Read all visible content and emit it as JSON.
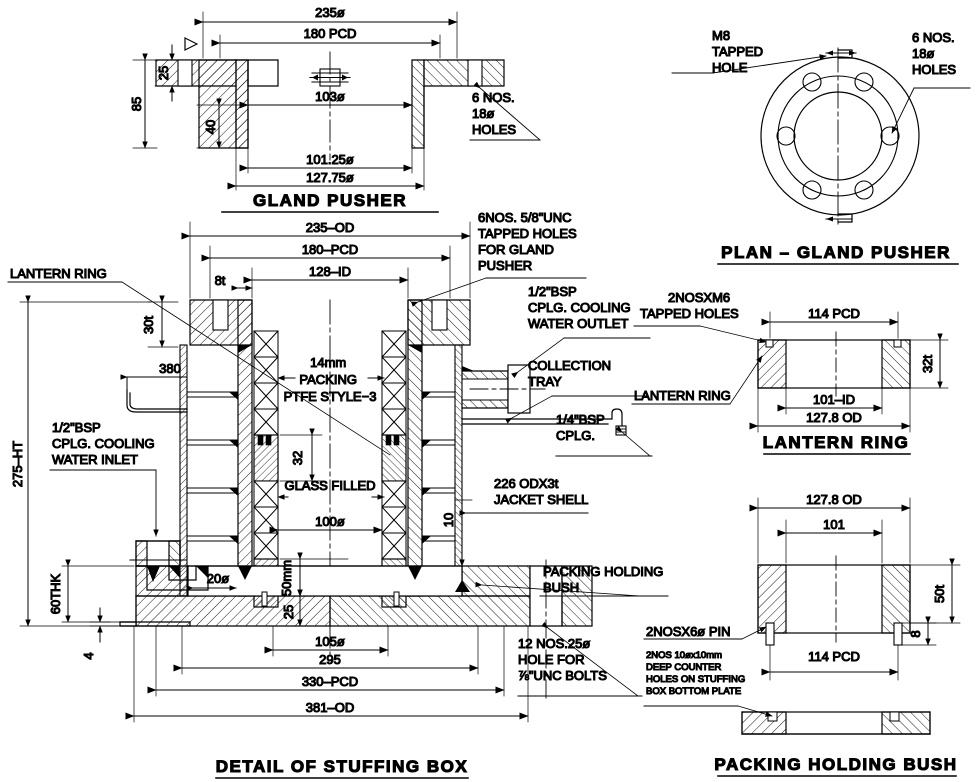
{
  "drawing": {
    "kind": "mechanical-assembly-section-drawing",
    "background": "#ffffff",
    "line_color": "#000000",
    "dimension_text_color": "#2c4050",
    "note_text_color": "#000000"
  },
  "views": {
    "gland_pusher_section": {
      "title": "GLAND PUSHER",
      "dims": {
        "od": "235ø",
        "pcd": "180  PCD",
        "bore_top": "103ø",
        "spigot_id": "101.25ø",
        "spigot_od": "127.75ø",
        "flange_thk": "25",
        "total_ht": "85",
        "spigot_len": "40"
      },
      "notes": [
        {
          "id": "holes",
          "lines": [
            "6 NOS.",
            "18ø",
            "HOLES"
          ]
        }
      ]
    },
    "plan_gland_pusher": {
      "title": "PLAN – GLAND PUSHER",
      "notes": [
        {
          "id": "m8-tapped",
          "lines": [
            "M8",
            "TAPPED",
            "HOLE"
          ]
        },
        {
          "id": "six-holes",
          "lines": [
            "6 NOS.",
            "18ø",
            "HOLES"
          ]
        }
      ]
    },
    "stuffing_box": {
      "title": "DETAIL OF STUFFING BOX",
      "dims": {
        "od_top": "235–OD",
        "pcd_top": "180–PCD",
        "id_top": "128–ID",
        "flange_thk": "8t",
        "lantern_thk": "30t",
        "height_overall": "275–HT",
        "base_thk": "60THK",
        "foot_step": "4",
        "inlet_pipe_len": "380",
        "lantern_ring_ht": "32",
        "bore_glass": "100ø",
        "packing_bush_ht": "50mm",
        "bush_lip": "25",
        "bore_bottom": "105ø",
        "base_id": "295",
        "base_pcd": "330–PCD",
        "base_od": "381–OD",
        "jacket_gap": "10",
        "inlet_port": "20ø"
      },
      "notes": [
        {
          "id": "lantern-ring",
          "lines": [
            "LANTERN RING"
          ]
        },
        {
          "id": "gland-tapped-holes",
          "lines": [
            "6NOS. 5/8\"UNC",
            "TAPPED HOLES",
            "FOR GLAND",
            "PUSHER"
          ]
        },
        {
          "id": "cooling-water-outlet",
          "lines": [
            "1/2\"BSP",
            "CPLG. COOLING",
            "WATER OUTLET"
          ]
        },
        {
          "id": "collection-tray",
          "lines": [
            "COLLECTION",
            "TRAY"
          ]
        },
        {
          "id": "quarter-bsp",
          "lines": [
            "1/4\"BSP",
            "CPLG."
          ]
        },
        {
          "id": "cooling-water-inlet",
          "lines": [
            "1/2\"BSP",
            "CPLG. COOLING",
            "WATER INLET"
          ]
        },
        {
          "id": "packing",
          "lines": [
            "14mm",
            "PACKING",
            "PTFE STYLE−3"
          ]
        },
        {
          "id": "glass-filled",
          "lines": [
            "GLASS FILLED"
          ]
        },
        {
          "id": "jacket-shell",
          "lines": [
            "226 ODX3t",
            "JACKET SHELL"
          ]
        },
        {
          "id": "packing-holding-bush",
          "lines": [
            "PACKING HOLDING",
            "BUSH"
          ]
        },
        {
          "id": "base-bolt-holes",
          "lines": [
            "12 NOS.25ø",
            "HOLE FOR",
            "⅞\"UNC BOLTS"
          ]
        }
      ]
    },
    "lantern_ring": {
      "title": "LANTERN RING",
      "dims": {
        "pcd": "114  PCD",
        "id": "101–ID",
        "od": "127.8  OD",
        "thk": "32t"
      },
      "notes": [
        {
          "id": "tapped-holes",
          "lines": [
            "2NOSXM6",
            "TAPPED HOLES"
          ]
        },
        {
          "id": "lantern-ring-label",
          "lines": [
            "LANTERN RING"
          ]
        }
      ]
    },
    "packing_holding_bush": {
      "title": "PACKING HOLDING BUSH",
      "dims": {
        "od": "127.8  OD",
        "bore": "101",
        "pcd": "114  PCD",
        "thk": "50t",
        "pin_proj": "8"
      },
      "notes": [
        {
          "id": "pin",
          "lines": [
            "2NOSX6ø PIN"
          ]
        },
        {
          "id": "counter-holes",
          "lines": [
            "2NOS 10øx10mm",
            "DEEP COUNTER",
            "HOLES ON STUFFING",
            "BOX BOTTOM PLATE"
          ]
        }
      ]
    }
  }
}
